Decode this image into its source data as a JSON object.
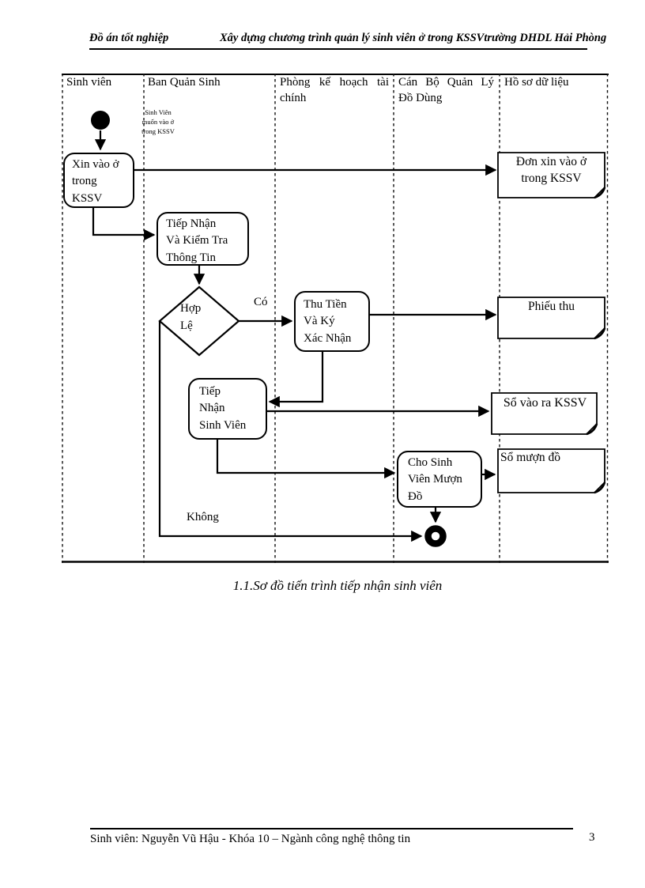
{
  "header": {
    "left": "Đồ án tốt nghiệp",
    "right": "Xây dựng chương trình quản lý sinh viên ở trong KSSVtrường DHDL Hải Phòng"
  },
  "diagram": {
    "lanes": [
      "Sinh viên",
      "Ban Quản Sinh",
      "Phòng kế hoạch tài chính",
      "Cán Bộ Quản Lý Đồ Dùng",
      "Hồ sơ dữ liệu"
    ],
    "start_note": "Sinh Viên\nmuốn vào ở\ntrong KSSV",
    "nodes": {
      "xin_vao": "Xin vào ở\ntrong\nKSSV",
      "tiep_nhan_kiem_tra": "Tiếp Nhận\nVà Kiểm Tra\nThông Tin",
      "hop_le": "Hợp\nLệ",
      "thu_tien": "Thu Tiền\nVà Ký\nXác Nhận",
      "tiep_nhan_sv": "Tiếp\nNhận\nSinh Viên",
      "cho_muon_do": "Cho Sinh\nViên Mượn\nĐồ"
    },
    "documents": {
      "don_xin": "Đơn xin vào ở\ntrong KSSV",
      "phieu_thu": "Phiếu thu",
      "so_vao_ra": "Sổ vào ra KSSV",
      "so_muon_do": "Sổ mượn đồ"
    },
    "labels": {
      "yes": "Có",
      "no": "Không"
    }
  },
  "caption": "1.1.Sơ đồ tiến trình tiếp nhận sinh viên",
  "footer": {
    "text": "Sinh viên: Nguyễn Vũ Hậu - Khóa 10 – Ngành công nghệ thông tin",
    "page": "3"
  }
}
